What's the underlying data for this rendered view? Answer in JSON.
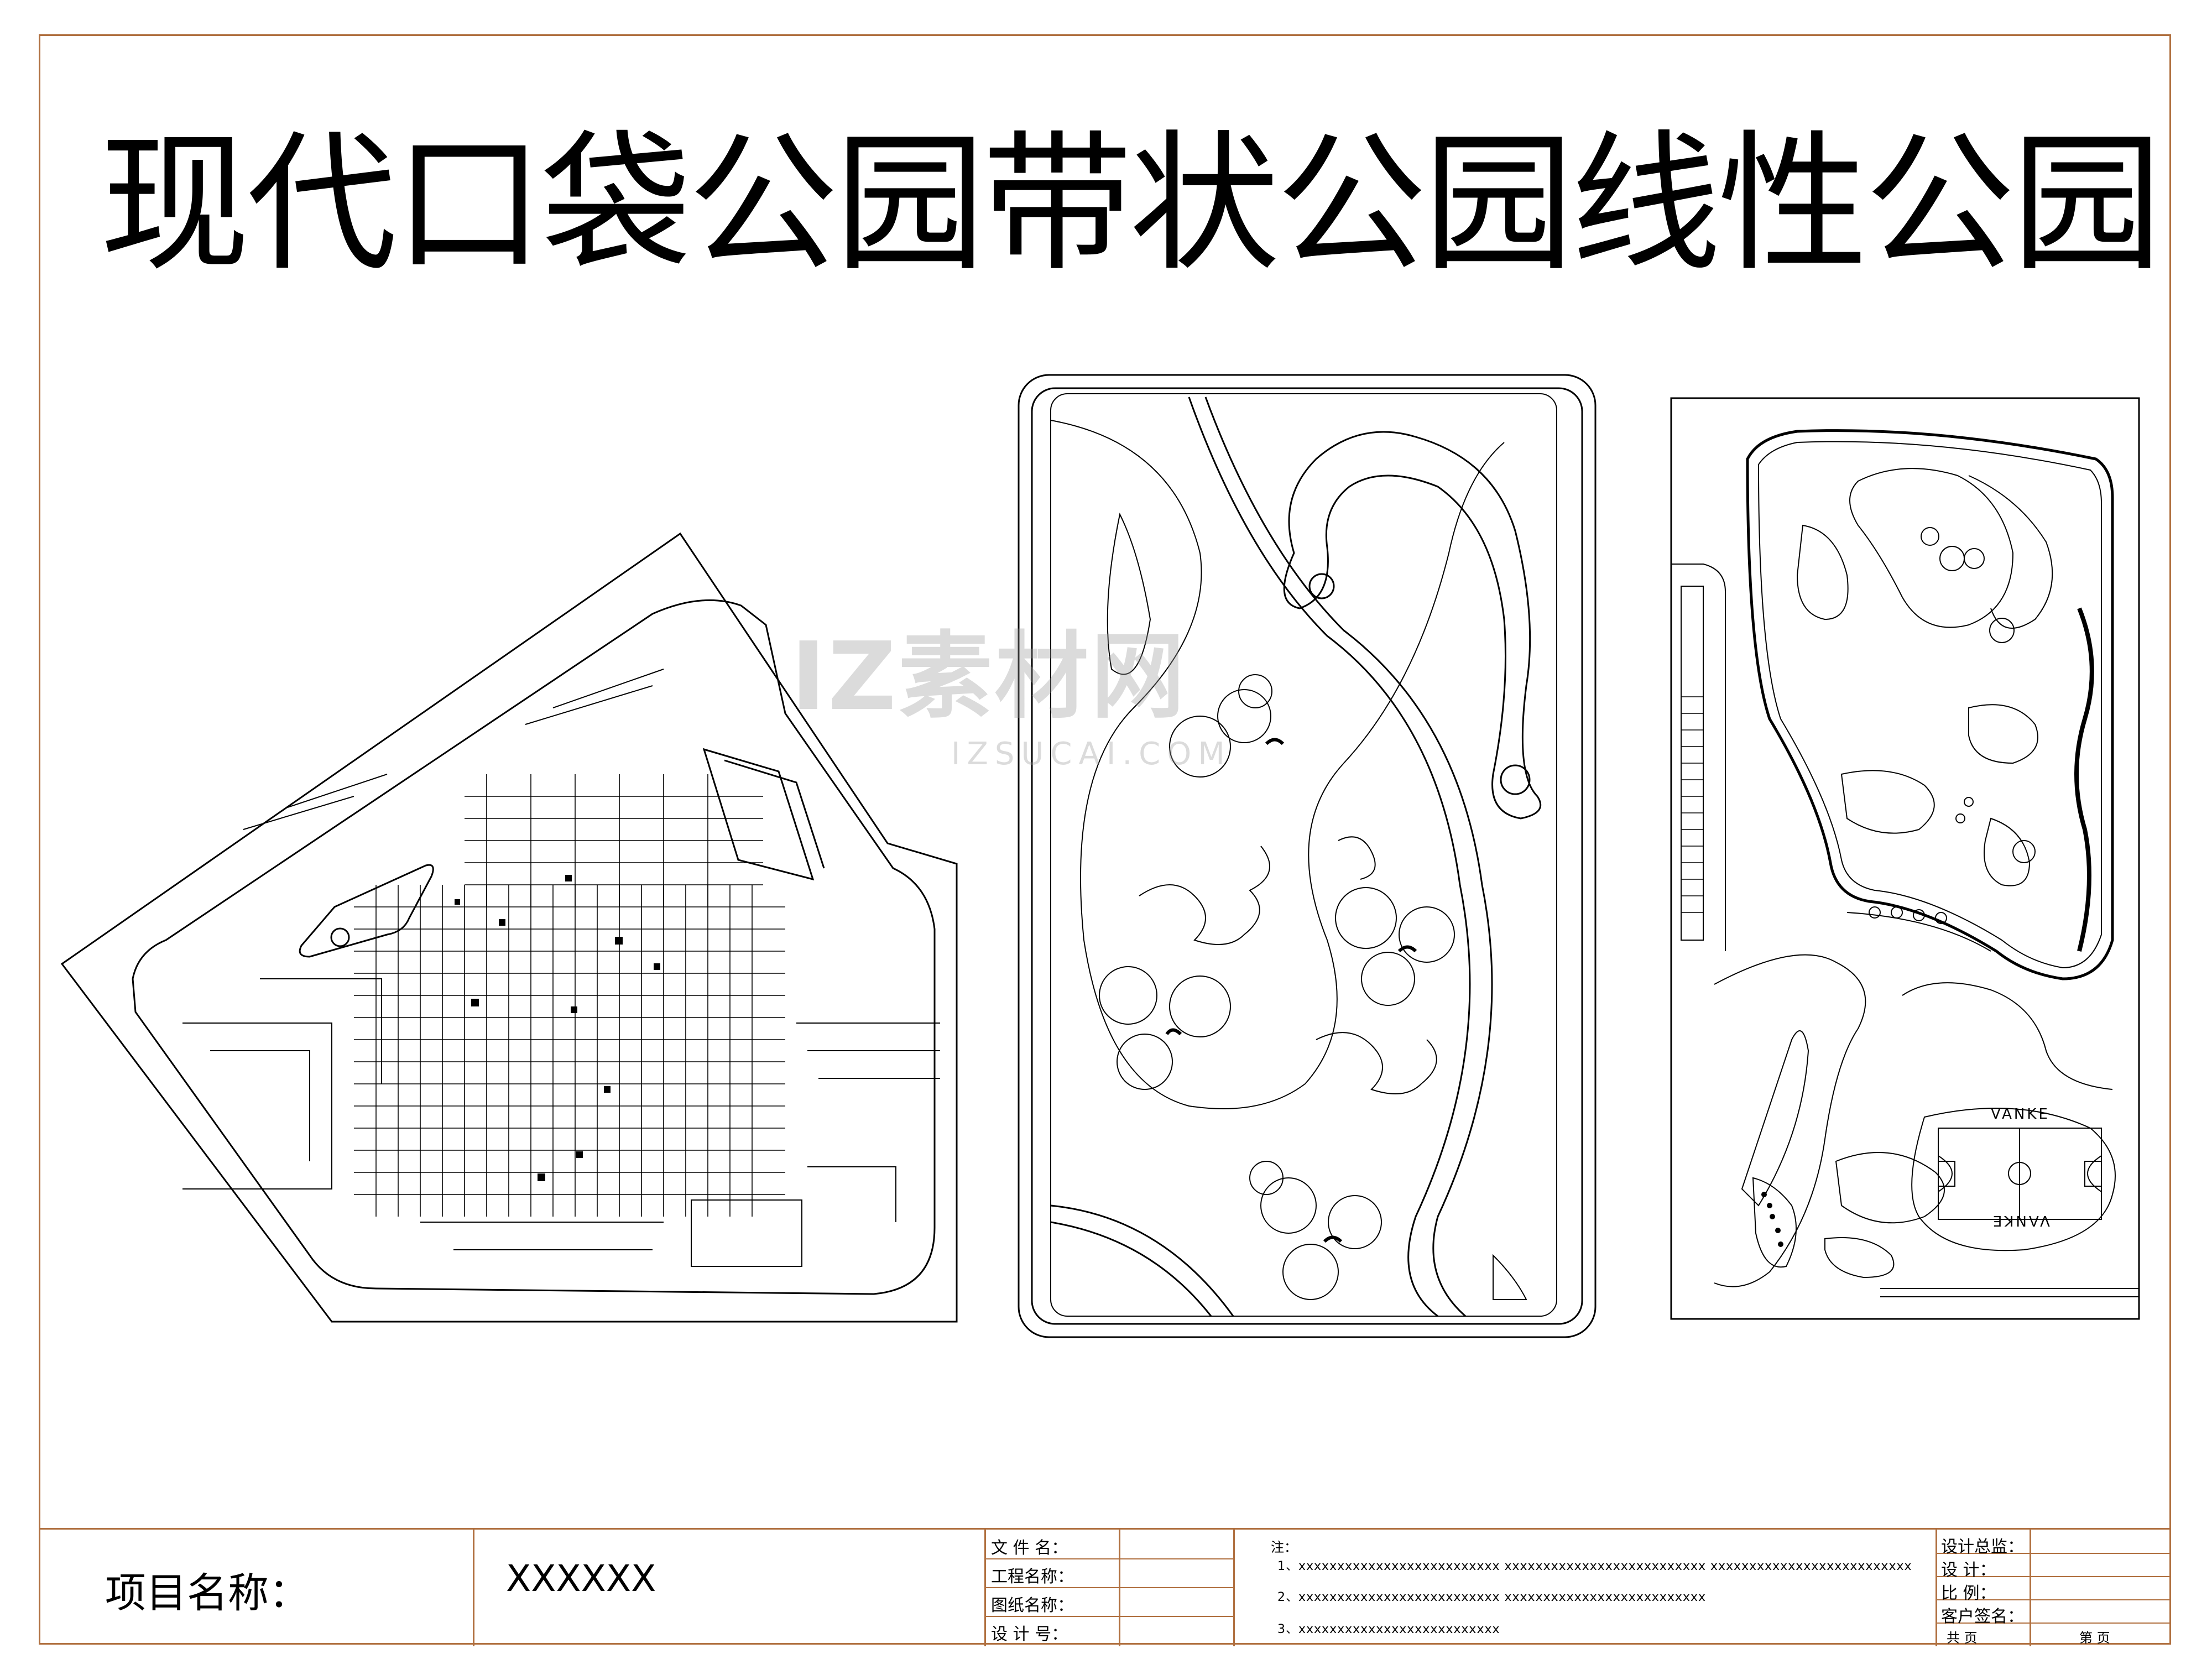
{
  "title": "现代口袋公园带状公园线性公园",
  "watermark": {
    "text": "IZ素材网",
    "url": "IZSUCAI.COM"
  },
  "plans": {
    "court_text_top": "VANKE",
    "court_text_bottom": "VANKE"
  },
  "title_block": {
    "project_label": "项目名称：",
    "project_value": "XXXXXX",
    "file_name_label": "文 件 名：",
    "project_name_label": "工程名称：",
    "drawing_name_label": "图纸名称：",
    "design_no_label": "设 计 号：",
    "notes_label": "注：",
    "notes": [
      "1、xxxxxxxxxxxxxxxxxxxxxxxxxx    xxxxxxxxxxxxxxxxxxxxxxxxxx    xxxxxxxxxxxxxxxxxxxxxxxxxx",
      "2、xxxxxxxxxxxxxxxxxxxxxxxxxx    xxxxxxxxxxxxxxxxxxxxxxxxxx",
      "3、xxxxxxxxxxxxxxxxxxxxxxxxxx"
    ],
    "design_director_label": "设计总监：",
    "design_label": "设     计：",
    "scale_label": "比     例：",
    "client_sign_label": "客户签名：",
    "total_label": "共     页",
    "page_label": "第     页"
  },
  "colors": {
    "frame": "#b07040",
    "line": "#000000",
    "watermark": "#9a9a9a"
  }
}
